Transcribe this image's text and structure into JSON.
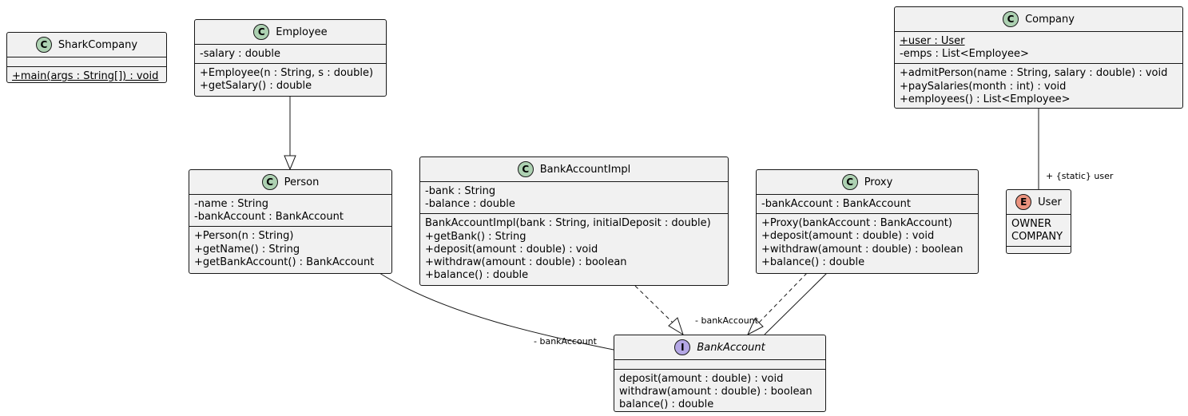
{
  "classes": {
    "shark_company": {
      "name": "SharkCompany",
      "stereotype": "C",
      "methods": [
        "+main(args : String[]) : void"
      ]
    },
    "employee": {
      "name": "Employee",
      "stereotype": "C",
      "fields": [
        "-salary : double"
      ],
      "methods": [
        "+Employee(n : String, s : double)",
        "+getSalary() : double"
      ]
    },
    "company": {
      "name": "Company",
      "stereotype": "C",
      "fields": [
        "+user : User",
        "-emps : List<Employee>"
      ],
      "methods": [
        "+admitPerson(name : String, salary : double) : void",
        "+paySalaries(month : int) : void",
        "+employees() : List<Employee>"
      ]
    },
    "person": {
      "name": "Person",
      "stereotype": "C",
      "fields": [
        "-name : String",
        "-bankAccount : BankAccount"
      ],
      "methods": [
        "+Person(n : String)",
        "+getName() : String",
        "+getBankAccount() : BankAccount"
      ]
    },
    "bank_account_impl": {
      "name": "BankAccountImpl",
      "stereotype": "C",
      "fields": [
        "-bank : String",
        "-balance : double"
      ],
      "methods": [
        "BankAccountImpl(bank : String, initialDeposit : double)",
        "+getBank() : String",
        "+deposit(amount : double) : void",
        "+withdraw(amount : double) : boolean",
        "+balance() : double"
      ]
    },
    "proxy": {
      "name": "Proxy",
      "stereotype": "C",
      "fields": [
        "-bankAccount : BankAccount"
      ],
      "methods": [
        "+Proxy(bankAccount : BankAccount)",
        "+deposit(amount : double) : void",
        "+withdraw(amount : double) : boolean",
        "+balance() : double"
      ]
    },
    "user": {
      "name": "User",
      "stereotype": "E",
      "fields": [
        "OWNER",
        "COMPANY"
      ]
    },
    "bank_account": {
      "name": "BankAccount",
      "stereotype": "I",
      "methods": [
        "deposit(amount : double) : void",
        "withdraw(amount : double) : boolean",
        "balance() : double"
      ]
    }
  },
  "edge_labels": {
    "company_user": "+ {static} user",
    "person_bank_account": "- bankAccount",
    "proxy_bank_account": "- bankAccount"
  }
}
